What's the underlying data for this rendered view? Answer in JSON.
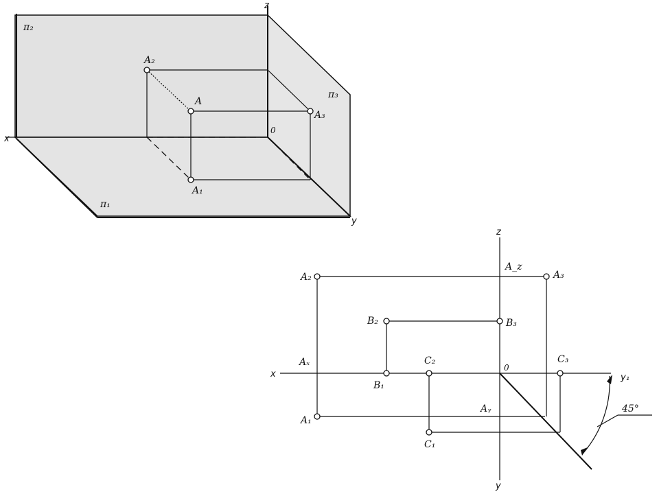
{
  "top_figure": {
    "planes": {
      "pi2": "π₂",
      "pi3": "π₃",
      "pi1": "π₁"
    },
    "axes": {
      "x": "x",
      "y": "y",
      "z": "z",
      "origin": "0"
    },
    "points": {
      "a": "A",
      "a1": "A₁",
      "a2": "A₂",
      "a3": "A₃"
    }
  },
  "bottom_figure": {
    "axes": {
      "x": "x",
      "z": "z",
      "y": "y",
      "y1": "y₁",
      "origin": "0"
    },
    "points": {
      "a1": "A₁",
      "a2": "A₂",
      "a3": "A₃",
      "ax": "Aₓ",
      "ay": "Aᵧ",
      "az": "A_z",
      "b1": "B₁",
      "b2": "B₂",
      "b3": "B₃",
      "c1": "C₁",
      "c2": "C₂",
      "c3": "C₃"
    },
    "angle_label": "45°"
  }
}
